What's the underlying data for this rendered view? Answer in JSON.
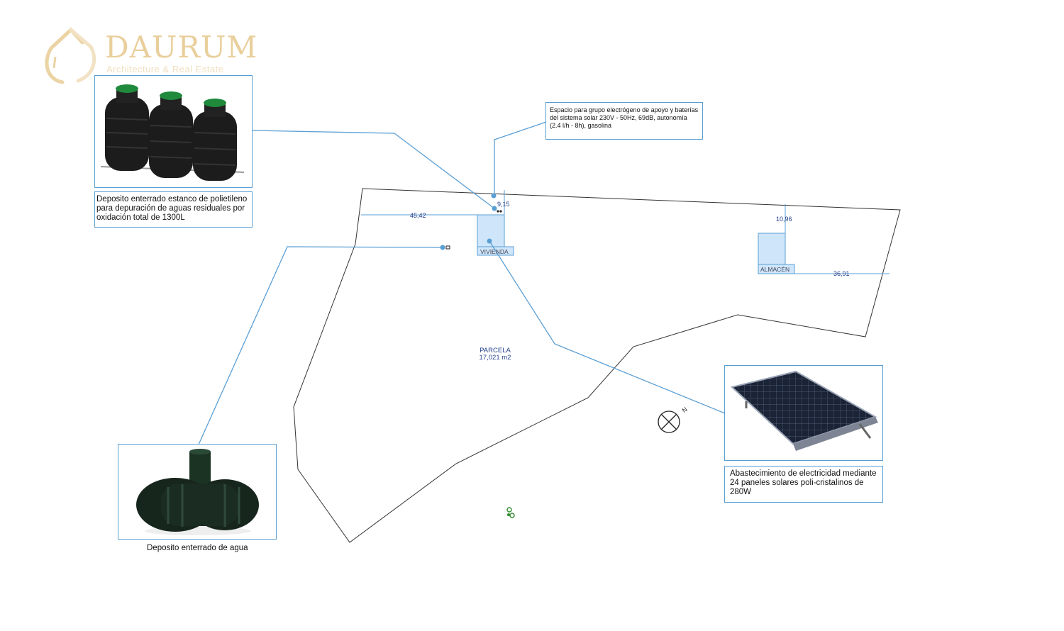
{
  "logo": {
    "name": "DAURUM",
    "tagline": "Architecture & Real Estate",
    "color": "#e9cf9c"
  },
  "septic_tank": {
    "caption": "Deposito enterrado estanco de polietileno para depuración de aguas residuales por oxidación total de 1300L"
  },
  "generator": {
    "note": "Espacio para grupo electrógeno de apoyo y baterías del sistema solar 230V - 50Hz, 69dB, autonomía (2.4 l/h - 8h), gasolina"
  },
  "water_tank": {
    "caption": "Deposito enterrado de agua"
  },
  "solar_panel": {
    "caption": "Abastecimiento de electricidad mediante 24 paneles solares poli-cristalinos de 280W"
  },
  "plot": {
    "buildings": {
      "vivienda": "VIVIENDA",
      "almacen": "ALMACÉN"
    },
    "dimensions": {
      "d1": "45,42",
      "d2": "9,15",
      "d3": "10,96",
      "d4": "36,91"
    },
    "parcel_name": "PARCELA",
    "parcel_area": "17,021 m2",
    "north_label": "N"
  },
  "colors": {
    "leader_line": "#5a9fd4",
    "building_fill": "#cfe6fa",
    "dimension_text": "#223f8c",
    "boundary": "#333333"
  }
}
